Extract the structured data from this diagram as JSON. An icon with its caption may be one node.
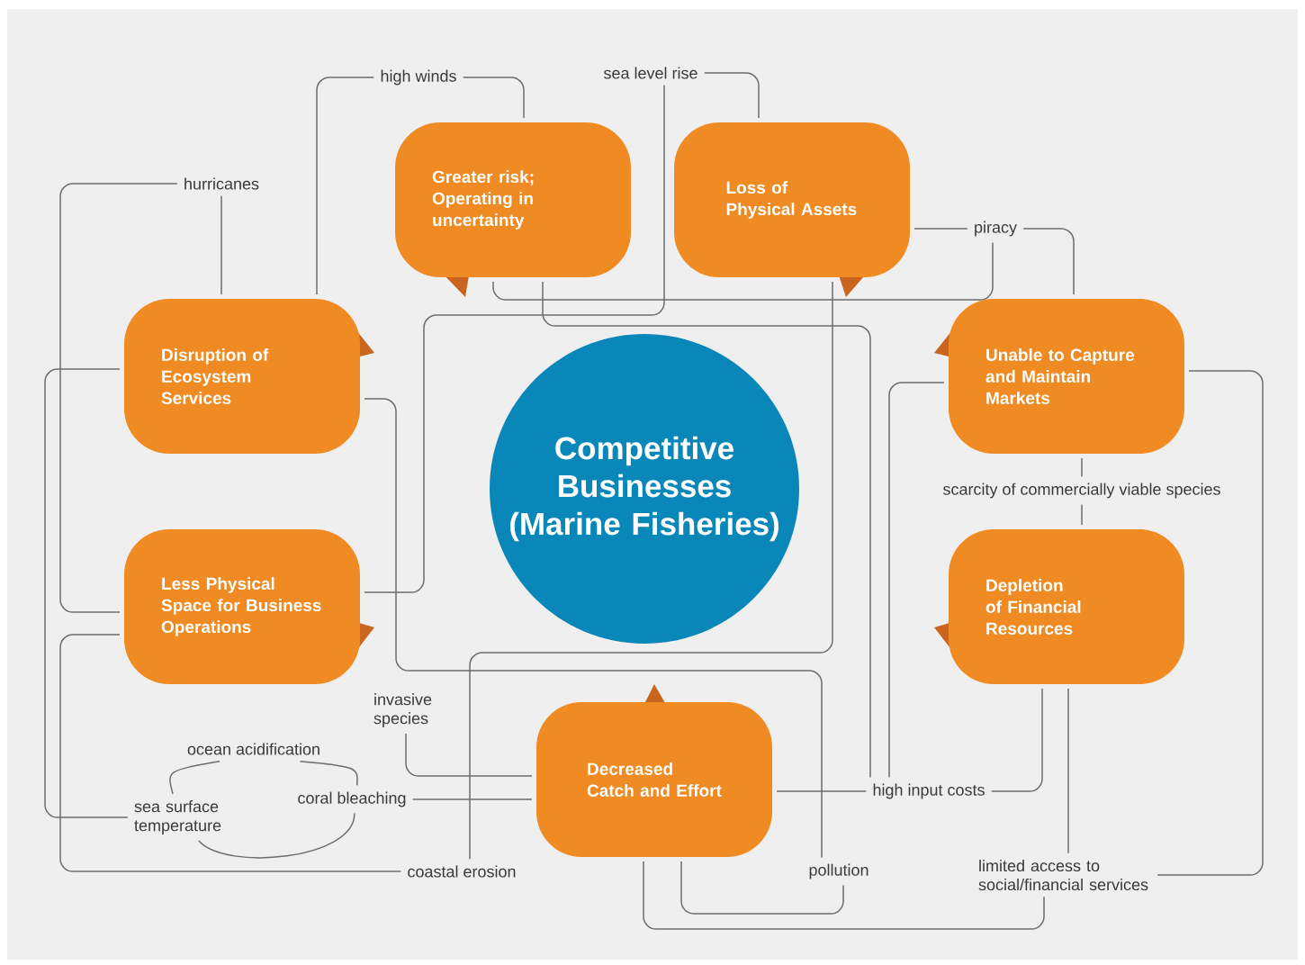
{
  "diagram": {
    "nodes": [
      {
        "text": [
          "high winds"
        ]
      },
      {
        "text": [
          "sea level rise"
        ]
      },
      {
        "text": [
          "Greater risk; Operating in uncertainty"
        ]
      },
      {
        "text": [
          "Loss of Physical Assets"
        ]
      },
      {
        "text": [
          "hurricanes"
        ]
      },
      {
        "text": [
          "piracy"
        ]
      },
      {
        "text": [
          "Disruption of Ecosystem Services"
        ]
      },
      {
        "text": [
          "Unable to Capture and Maintain Markets"
        ]
      },
      {
        "text": [
          "Competitive Businesses (Marine Fisheries)"
        ]
      },
      {
        "text": [
          "scarcity of commercially viable species"
        ]
      },
      {
        "text": [
          "Less Physical Space for Business Operations"
        ]
      },
      {
        "text": [
          "Depletion of Financial Resources"
        ]
      },
      {
        "text": [
          "invasive species"
        ]
      },
      {
        "text": [
          "Decreased Catch and Effort"
        ]
      },
      {
        "text": [
          "ocean acidification"
        ]
      },
      {
        "text": [
          "sea surface temperature"
        ]
      },
      {
        "text": [
          "coral bleaching"
        ]
      },
      {
        "text": [
          "high input costs"
        ]
      },
      {
        "text": [
          "coastal erosion"
        ]
      },
      {
        "text": [
          "pollution"
        ]
      },
      {
        "text": [
          "limited access to social/financial services"
        ]
      }
    ],
    "edges": [
      {
        "from": 0,
        "to": 6,
        "arrow": "none"
      },
      {
        "from": 0,
        "to": 2,
        "arrow": "none"
      },
      {
        "from": 1,
        "to": 10,
        "arrow": "none"
      },
      {
        "from": 1,
        "to": 3,
        "arrow": "none"
      },
      {
        "from": 4,
        "to": 6,
        "arrow": "none"
      },
      {
        "from": 4,
        "to": 10,
        "arrow": "none"
      },
      {
        "from": 5,
        "to": 3,
        "arrow": "none"
      },
      {
        "from": 5,
        "to": 7,
        "arrow": "none"
      },
      {
        "from": 5,
        "to": 2,
        "arrow": "none"
      },
      {
        "from": 9,
        "to": 7,
        "arrow": "none"
      },
      {
        "from": 9,
        "to": 11,
        "arrow": "none"
      },
      {
        "from": 12,
        "to": 13,
        "arrow": "none"
      },
      {
        "from": 14,
        "to": 15,
        "arrow": "none"
      },
      {
        "from": 14,
        "to": 16,
        "arrow": "none"
      },
      {
        "from": 16,
        "to": 15,
        "arrow": "none"
      },
      {
        "from": 15,
        "to": 6,
        "arrow": "none"
      },
      {
        "from": 16,
        "to": 13,
        "arrow": "none"
      },
      {
        "from": 17,
        "to": 13,
        "arrow": "none"
      },
      {
        "from": 17,
        "to": 11,
        "arrow": "none"
      },
      {
        "from": 17,
        "to": 2,
        "arrow": "none"
      },
      {
        "from": 17,
        "to": 7,
        "arrow": "none"
      },
      {
        "from": 18,
        "to": 3,
        "arrow": "none"
      },
      {
        "from": 18,
        "to": 10,
        "arrow": "none"
      },
      {
        "from": 19,
        "to": 6,
        "arrow": "none"
      },
      {
        "from": 19,
        "to": 13,
        "arrow": "none"
      },
      {
        "from": 20,
        "to": 11,
        "arrow": "none"
      },
      {
        "from": 20,
        "to": 7,
        "arrow": "none"
      },
      {
        "from": 20,
        "to": 13,
        "arrow": "none"
      }
    ]
  }
}
